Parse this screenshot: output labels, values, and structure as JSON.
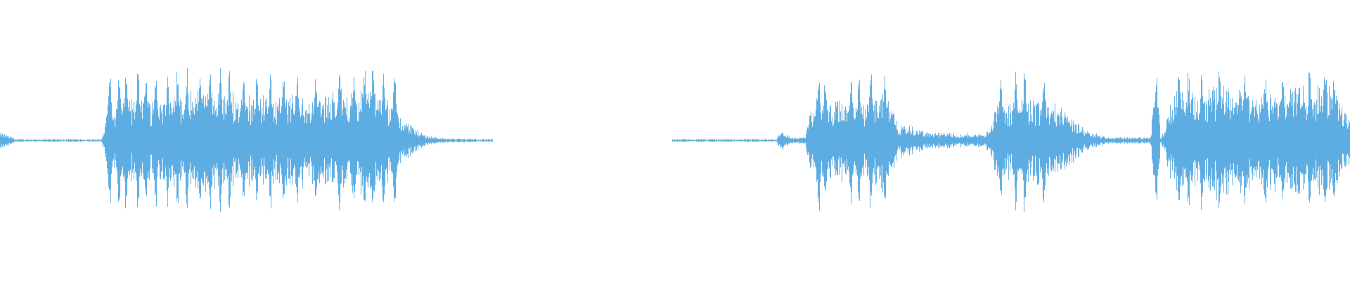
{
  "waveform": {
    "color": "#5dade2",
    "background": "#ffffff",
    "segments": [
      {
        "name": "segment-1",
        "start": 0.0,
        "end": 0.365,
        "envelope": [
          [
            0.0,
            0.12
          ],
          [
            0.008,
            0.06
          ],
          [
            0.012,
            0.02
          ],
          [
            0.075,
            0.02
          ],
          [
            0.079,
            0.35
          ],
          [
            0.09,
            0.55
          ],
          [
            0.11,
            0.6
          ],
          [
            0.15,
            0.75
          ],
          [
            0.2,
            0.65
          ],
          [
            0.25,
            0.7
          ],
          [
            0.275,
            0.85
          ],
          [
            0.29,
            0.55
          ],
          [
            0.3,
            0.3
          ],
          [
            0.315,
            0.08
          ],
          [
            0.33,
            0.03
          ],
          [
            0.365,
            0.02
          ]
        ],
        "peaks": [
          0.081,
          0.088,
          0.093,
          0.102,
          0.108,
          0.115,
          0.124,
          0.131,
          0.138,
          0.148,
          0.155,
          0.163,
          0.17,
          0.18,
          0.19,
          0.2,
          0.21,
          0.22,
          0.234,
          0.251,
          0.262,
          0.27,
          0.276,
          0.284,
          0.292
        ]
      },
      {
        "name": "segment-2",
        "start": 0.498,
        "end": 1.0,
        "envelope": [
          [
            0.498,
            0.02
          ],
          [
            0.575,
            0.02
          ],
          [
            0.578,
            0.18
          ],
          [
            0.585,
            0.05
          ],
          [
            0.596,
            0.05
          ],
          [
            0.6,
            0.45
          ],
          [
            0.62,
            0.6
          ],
          [
            0.64,
            0.55
          ],
          [
            0.655,
            0.8
          ],
          [
            0.665,
            0.25
          ],
          [
            0.69,
            0.12
          ],
          [
            0.73,
            0.1
          ],
          [
            0.738,
            0.55
          ],
          [
            0.76,
            0.6
          ],
          [
            0.775,
            0.7
          ],
          [
            0.79,
            0.4
          ],
          [
            0.805,
            0.15
          ],
          [
            0.82,
            0.05
          ],
          [
            0.85,
            0.05
          ],
          [
            0.855,
            0.12
          ],
          [
            0.86,
            0.05
          ],
          [
            0.87,
            0.8
          ],
          [
            0.89,
            0.6
          ],
          [
            0.905,
            0.95
          ],
          [
            0.93,
            0.7
          ],
          [
            0.95,
            0.8
          ],
          [
            0.97,
            0.75
          ],
          [
            0.985,
            0.85
          ],
          [
            1.0,
            0.3
          ]
        ],
        "peaks": [
          0.606,
          0.611,
          0.63,
          0.636,
          0.645,
          0.655,
          0.741,
          0.752,
          0.759,
          0.773,
          0.856,
          0.873,
          0.88,
          0.89,
          0.903,
          0.922,
          0.937,
          0.95,
          0.962,
          0.97,
          0.981,
          0.988
        ]
      }
    ]
  }
}
